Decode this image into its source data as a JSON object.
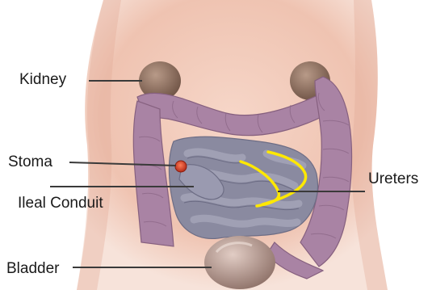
{
  "labels": {
    "kidney": "Kidney",
    "stoma": "Stoma",
    "ileal_conduit": "Ileal Conduit",
    "ureters": "Ureters",
    "bladder": "Bladder"
  },
  "colors": {
    "skin": "#f1c7b6",
    "colon": "#a983a4",
    "small_intestine": "#8a8aa0",
    "kidney": "#87695a",
    "bladder": "#b59a90",
    "ureters": "#ffe800",
    "stoma": "#d9442c",
    "leader_line": "#3a3a3a"
  }
}
